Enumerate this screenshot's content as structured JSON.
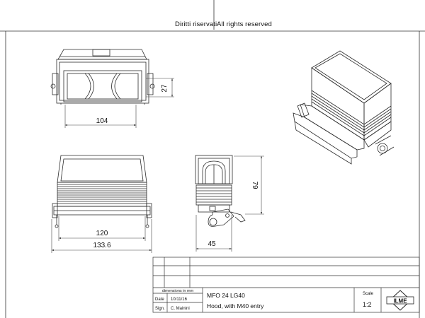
{
  "header": {
    "rights_it": "Diritti riservati",
    "rights_en": "All rights reserved"
  },
  "dimensions": {
    "top_view_width": "104",
    "top_view_height": "27",
    "front_view_inner_width": "120",
    "front_view_total_width": "133.6",
    "side_view_height": "79",
    "side_view_depth": "45"
  },
  "title_block": {
    "units_note": "dimensions in mm",
    "date_label": "Date",
    "date_value": "10/11/16",
    "sign_label": "Sign.",
    "sign_value": "C. Mainini",
    "part_code": "MFO 24 LG40",
    "description": "Hood, with M40 entry",
    "scale_label": "Scale",
    "scale_value": "1:2",
    "logo_text": "ILME"
  },
  "colors": {
    "line": "#2b2b2b",
    "dim_line": "#444444",
    "paper": "#ffffff"
  }
}
